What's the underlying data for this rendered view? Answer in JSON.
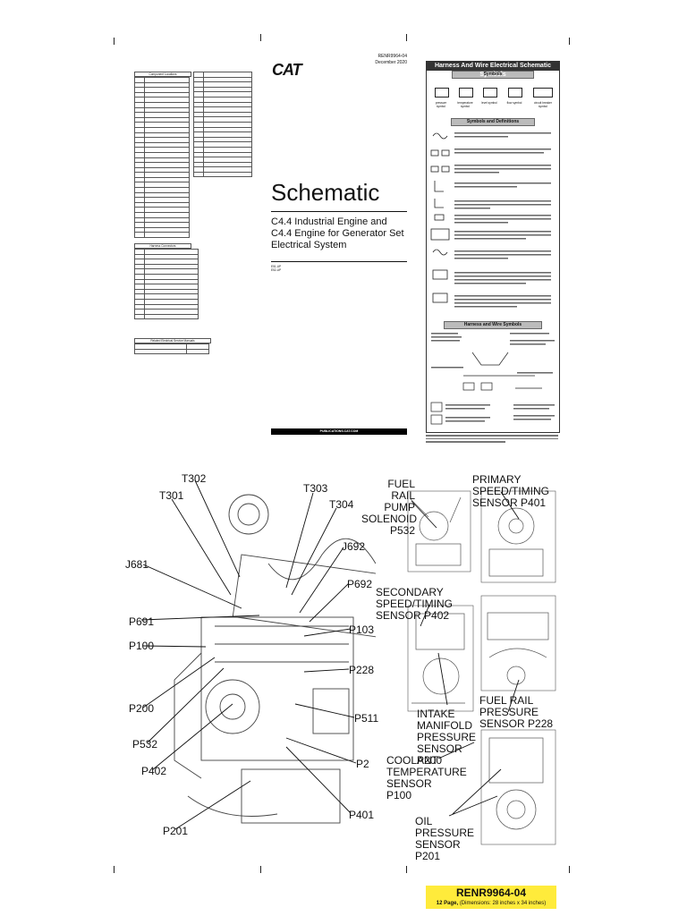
{
  "cover": {
    "doc_number": "RENR9964-04",
    "doc_date": "December 2020",
    "brand": "CAT",
    "title": "Schematic",
    "subtitle_lines": [
      "C4.4 Industrial Engine and",
      "C4.4 Engine for Generator Set",
      "Electrical System"
    ],
    "serials": [
      "E51-UP",
      "E52-UP"
    ],
    "publications_url": "PUBLICATIONS.CAT.COM"
  },
  "legend_panel": {
    "title": "Harness And Wire Electrical Schematic Symbols",
    "symbols_heading": "Symbols",
    "symbols": [
      "pressure symbol",
      "temperature symbol",
      "level symbol",
      "flow symbol",
      "circuit breaker symbol"
    ],
    "definitions_heading": "Symbols and Definitions",
    "harness_heading": "Harness and Wire Symbols"
  },
  "tables": {
    "components_title": "Component Locations",
    "connectors_title": "Harness Connectors",
    "related_title": "Related Electrical Service Manuals"
  },
  "photo_labels": {
    "engine": [
      "T302",
      "T301",
      "T303",
      "T304",
      "J692",
      "J681",
      "P692",
      "P691",
      "P103",
      "P100",
      "P228",
      "P200",
      "P511",
      "P532",
      "P2",
      "P402",
      "P401",
      "P201"
    ],
    "fuel_rail_pump": "FUEL RAIL PUMP SOLENOID P532",
    "primary_speed": "PRIMARY SPEED/TIMING SENSOR P401",
    "secondary_speed": "SECONDARY SPEED/TIMING SENSOR P402",
    "intake_manifold": "INTAKE MANIFOLD PRESSURE SENSOR P200",
    "fuel_rail_pressure": "FUEL RAIL PRESSURE SENSOR P228",
    "coolant_temp": "COOLANT TEMPERATURE SENSOR P100",
    "oil_pressure": "OIL PRESSURE SENSOR P201"
  },
  "footer": {
    "doc_number": "RENR9964-04",
    "pages": "12 Page,",
    "dimensions": "(Dimensions: 28 inches x 34 inches)"
  }
}
